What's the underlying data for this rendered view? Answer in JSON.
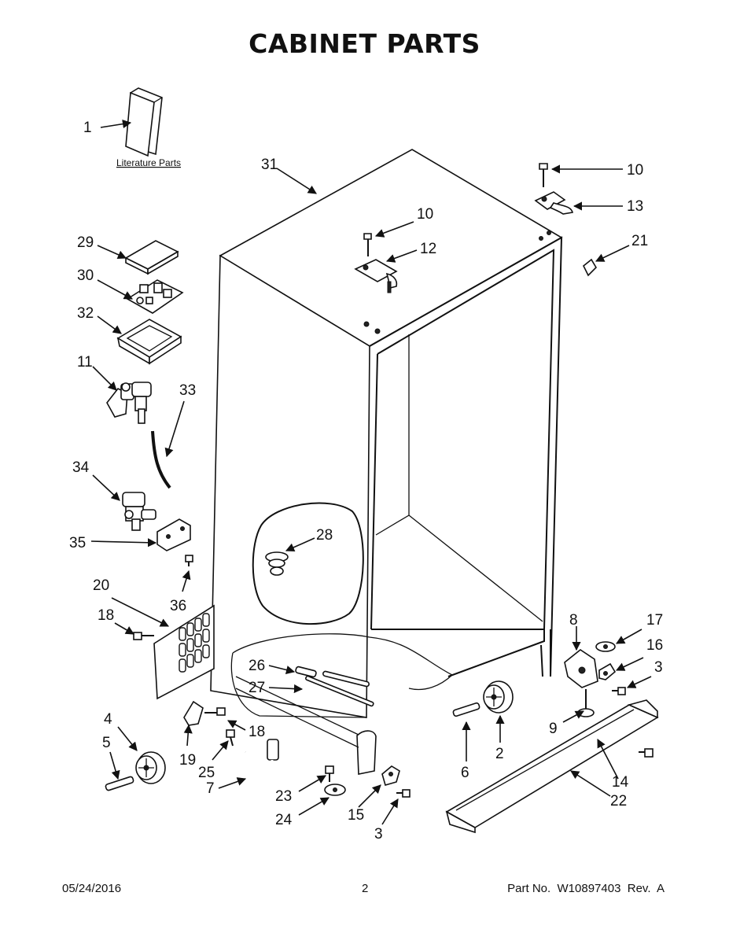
{
  "title": "CABINET PARTS",
  "literature_label": "Literature Parts",
  "callouts": {
    "c1": "1",
    "c31": "31",
    "c10a": "10",
    "c10b": "10",
    "c13": "13",
    "c12": "12",
    "c21": "21",
    "c29": "29",
    "c30": "30",
    "c32": "32",
    "c11": "11",
    "c33": "33",
    "c34": "34",
    "c35": "35",
    "c36": "36",
    "c28": "28",
    "c20": "20",
    "c18a": "18",
    "c8": "8",
    "c17": "17",
    "c16": "16",
    "c3a": "3",
    "c26": "26",
    "c27": "27",
    "c4": "4",
    "c5": "5",
    "c19": "19",
    "c18b": "18",
    "c25": "25",
    "c7": "7",
    "c23": "23",
    "c24": "24",
    "c15": "15",
    "c3b": "3",
    "c6": "6",
    "c2": "2",
    "c9": "9",
    "c14": "14",
    "c22": "22"
  },
  "footer": {
    "date": "05/24/2016",
    "page": "2",
    "part_no": "Part No.  W10897403  Rev.  A"
  }
}
